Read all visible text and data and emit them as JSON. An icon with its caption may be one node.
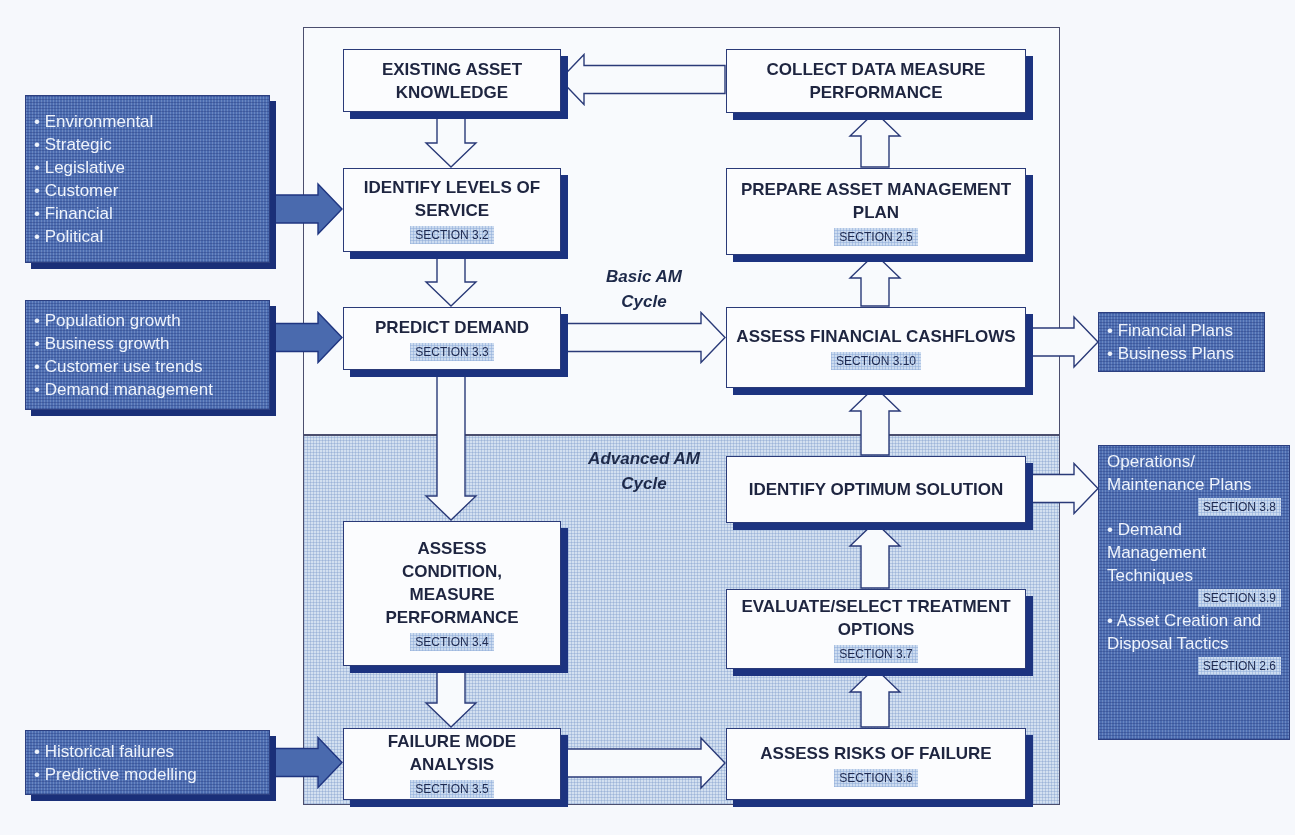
{
  "diagram": {
    "nodes": [
      {
        "text": [
          "Basic AM Cycle"
        ]
      },
      {
        "text": [
          "Advanced AM Cycle"
        ]
      },
      {
        "text": [
          "EXISTING ASSET KNOWLEDGE"
        ],
        "in": 0
      },
      {
        "text": [
          "IDENTIFY LEVELS OF SERVICE",
          "SECTION 3.2"
        ],
        "in": 0
      },
      {
        "text": [
          "PREDICT DEMAND",
          "SECTION 3.3"
        ],
        "in": 0
      },
      {
        "text": [
          "COLLECT DATA MEASURE PERFORMANCE"
        ],
        "in": 0
      },
      {
        "text": [
          "PREPARE ASSET MANAGEMENT PLAN",
          "SECTION 2.5"
        ],
        "in": 0
      },
      {
        "text": [
          "ASSESS FINANCIAL CASHFLOWS",
          "SECTION 3.10"
        ],
        "in": 0
      },
      {
        "text": [
          "ASSESS CONDITION, MEASURE PERFORMANCE",
          "SECTION 3.4"
        ],
        "in": 1
      },
      {
        "text": [
          "FAILURE MODE ANALYSIS",
          "SECTION 3.5"
        ],
        "in": 1
      },
      {
        "text": [
          "IDENTIFY OPTIMUM SOLUTION"
        ],
        "in": 1
      },
      {
        "text": [
          "EVALUATE/SELECT TREATMENT OPTIONS",
          "SECTION 3.7"
        ],
        "in": 1
      },
      {
        "text": [
          "ASSESS RISKS OF FAILURE",
          "SECTION 3.6"
        ],
        "in": 1
      },
      {
        "text": [
          "• Environmental",
          "• Strategic",
          "• Legislative",
          "• Customer",
          "• Financial",
          "• Political"
        ]
      },
      {
        "text": [
          "• Population growth",
          "• Business growth",
          "• Customer use trends",
          "• Demand management"
        ]
      },
      {
        "text": [
          "• Historical failures",
          "• Predictive modelling"
        ]
      },
      {
        "text": [
          "• Financial Plans",
          "• Business Plans"
        ]
      },
      {
        "text": [
          "Operations/ Maintenance Plans",
          "SECTION 3.8",
          "• Demand Management Techniques",
          "SECTION 3.9",
          "• Asset Creation and Disposal Tactics",
          "SECTION 2.6"
        ]
      }
    ],
    "edges": [
      {
        "from": 2,
        "to": 3,
        "arrow": "to"
      },
      {
        "from": 3,
        "to": 4,
        "arrow": "to"
      },
      {
        "from": 4,
        "to": 8,
        "arrow": "to"
      },
      {
        "from": 8,
        "to": 9,
        "arrow": "to"
      },
      {
        "from": 9,
        "to": 12,
        "arrow": "to"
      },
      {
        "from": 12,
        "to": 11,
        "arrow": "to"
      },
      {
        "from": 11,
        "to": 10,
        "arrow": "to"
      },
      {
        "from": 10,
        "to": 7,
        "arrow": "to"
      },
      {
        "from": 7,
        "to": 6,
        "arrow": "to"
      },
      {
        "from": 6,
        "to": 5,
        "arrow": "to"
      },
      {
        "from": 5,
        "to": 2,
        "arrow": "to"
      },
      {
        "from": 4,
        "to": 7,
        "arrow": "to"
      },
      {
        "from": 13,
        "to": 3,
        "arrow": "to",
        "color": "#4a6aae"
      },
      {
        "from": 14,
        "to": 4,
        "arrow": "to",
        "color": "#4a6aae"
      },
      {
        "from": 15,
        "to": 9,
        "arrow": "to",
        "color": "#4a6aae"
      },
      {
        "from": 7,
        "to": 16,
        "arrow": "to"
      },
      {
        "from": 10,
        "to": 17,
        "arrow": "to"
      }
    ]
  }
}
